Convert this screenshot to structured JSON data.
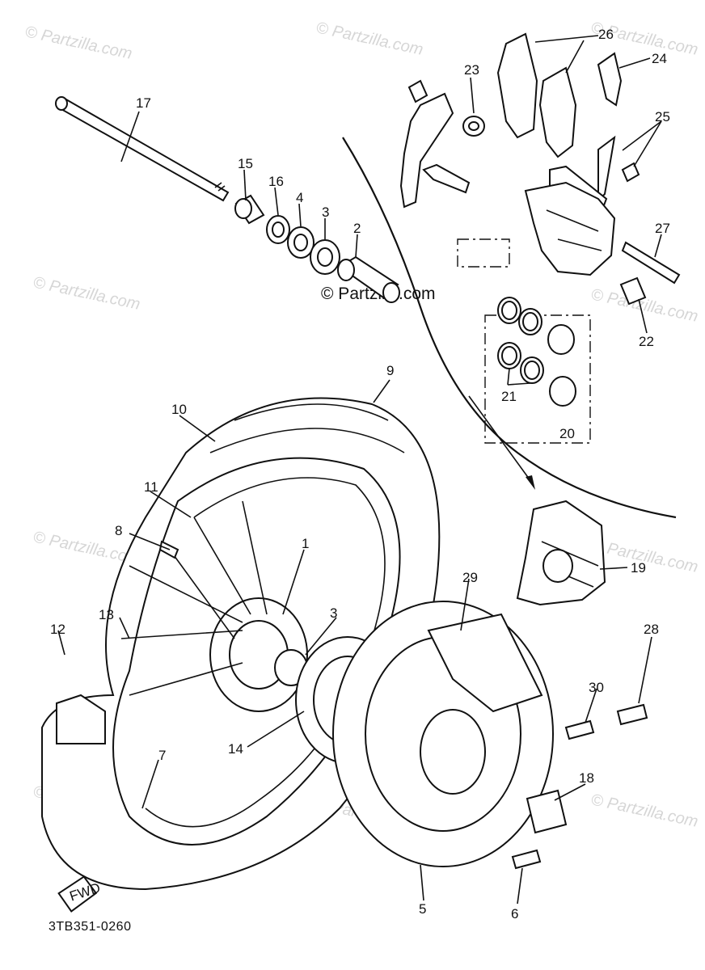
{
  "watermark": {
    "text": "© Partzilla.com",
    "center_text": "© Partzilla.com"
  },
  "diagram_code": "3TB351-0260",
  "direction_label": "FWD",
  "callouts": [
    "17",
    "15",
    "16",
    "4",
    "3",
    "2",
    "23",
    "26",
    "24",
    "25",
    "27",
    "22",
    "21",
    "20",
    "9",
    "10",
    "11",
    "8",
    "1",
    "3",
    "13",
    "12",
    "7",
    "14",
    "29",
    "19",
    "28",
    "30",
    "18",
    "5",
    "6"
  ],
  "colors": {
    "line": "#111111",
    "background": "#ffffff",
    "watermark": "#d6d6d6"
  }
}
